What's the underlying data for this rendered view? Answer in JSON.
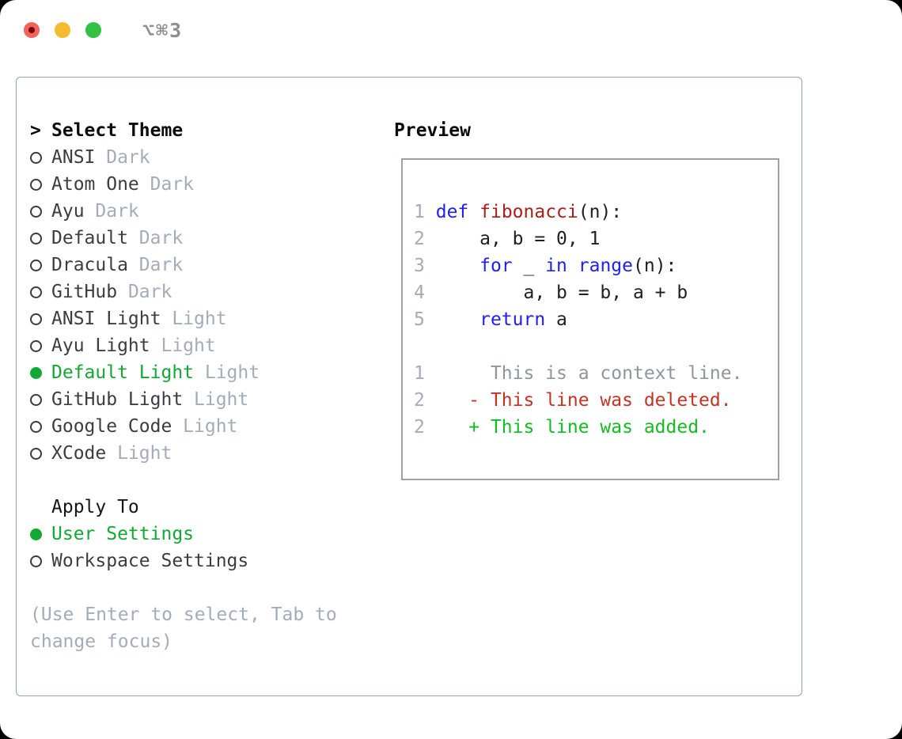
{
  "window": {
    "hotkey": "⌥⌘3"
  },
  "colors": {
    "accent_green": "#12a833",
    "added_green": "#12bd24",
    "deleted_red": "#c43425",
    "kw_blue": "#2121ee",
    "fn_red": "#a82019",
    "muted": "#a3acb9",
    "ctx_gray": "#90959d",
    "border_gray": "#99a3ae",
    "gray_text": "#8e8e93",
    "tl_red": "#f2635c",
    "tl_red_dot": "#740a04",
    "tl_yellow": "#f6bc2f",
    "tl_green": "#33c143"
  },
  "theme_picker": {
    "heading": "Select Theme",
    "heading_prefix": ">",
    "items": [
      {
        "name": "ANSI",
        "variant": "Dark",
        "selected": false
      },
      {
        "name": "Atom One",
        "variant": "Dark",
        "selected": false
      },
      {
        "name": "Ayu",
        "variant": "Dark",
        "selected": false
      },
      {
        "name": "Default",
        "variant": "Dark",
        "selected": false
      },
      {
        "name": "Dracula",
        "variant": "Dark",
        "selected": false
      },
      {
        "name": "GitHub",
        "variant": "Dark",
        "selected": false
      },
      {
        "name": "ANSI Light",
        "variant": "Light",
        "selected": false
      },
      {
        "name": "Ayu Light",
        "variant": "Light",
        "selected": false
      },
      {
        "name": "Default Light",
        "variant": "Light",
        "selected": true
      },
      {
        "name": "GitHub Light",
        "variant": "Light",
        "selected": false
      },
      {
        "name": "Google Code",
        "variant": "Light",
        "selected": false
      },
      {
        "name": "XCode",
        "variant": "Light",
        "selected": false
      }
    ]
  },
  "apply_to": {
    "heading": "Apply To",
    "options": [
      {
        "label": "User Settings",
        "selected": true
      },
      {
        "label": "Workspace Settings",
        "selected": false
      }
    ]
  },
  "hint_lines": [
    "(Use Enter to select, Tab to",
    "change focus)"
  ],
  "preview": {
    "heading": "Preview",
    "lines": [
      {
        "num": "1",
        "tokens": [
          {
            "c": "kw",
            "t": "def"
          },
          {
            "c": "plain",
            "t": " "
          },
          {
            "c": "fn",
            "t": "fibonacci"
          },
          {
            "c": "plain",
            "t": "(n):"
          }
        ]
      },
      {
        "num": "2",
        "tokens": [
          {
            "c": "plain",
            "t": "    a, b = 0, 1"
          }
        ]
      },
      {
        "num": "3",
        "tokens": [
          {
            "c": "plain",
            "t": "    "
          },
          {
            "c": "kw",
            "t": "for"
          },
          {
            "c": "plain",
            "t": " _ "
          },
          {
            "c": "kw",
            "t": "in"
          },
          {
            "c": "plain",
            "t": " "
          },
          {
            "c": "kw",
            "t": "range"
          },
          {
            "c": "plain",
            "t": "(n):"
          }
        ]
      },
      {
        "num": "4",
        "tokens": [
          {
            "c": "plain",
            "t": "        a, b = b, a + b"
          }
        ]
      },
      {
        "num": "5",
        "tokens": [
          {
            "c": "plain",
            "t": "    "
          },
          {
            "c": "kw",
            "t": "return"
          },
          {
            "c": "plain",
            "t": " a"
          }
        ]
      },
      {
        "num": "",
        "tokens": []
      },
      {
        "num": "1",
        "tokens": [
          {
            "c": "ctx",
            "t": "     This is a context line."
          }
        ]
      },
      {
        "num": "2",
        "tokens": [
          {
            "c": "del",
            "t": "   - This line was deleted."
          }
        ]
      },
      {
        "num": "2",
        "tokens": [
          {
            "c": "add",
            "t": "   + This line was added."
          }
        ]
      }
    ]
  }
}
